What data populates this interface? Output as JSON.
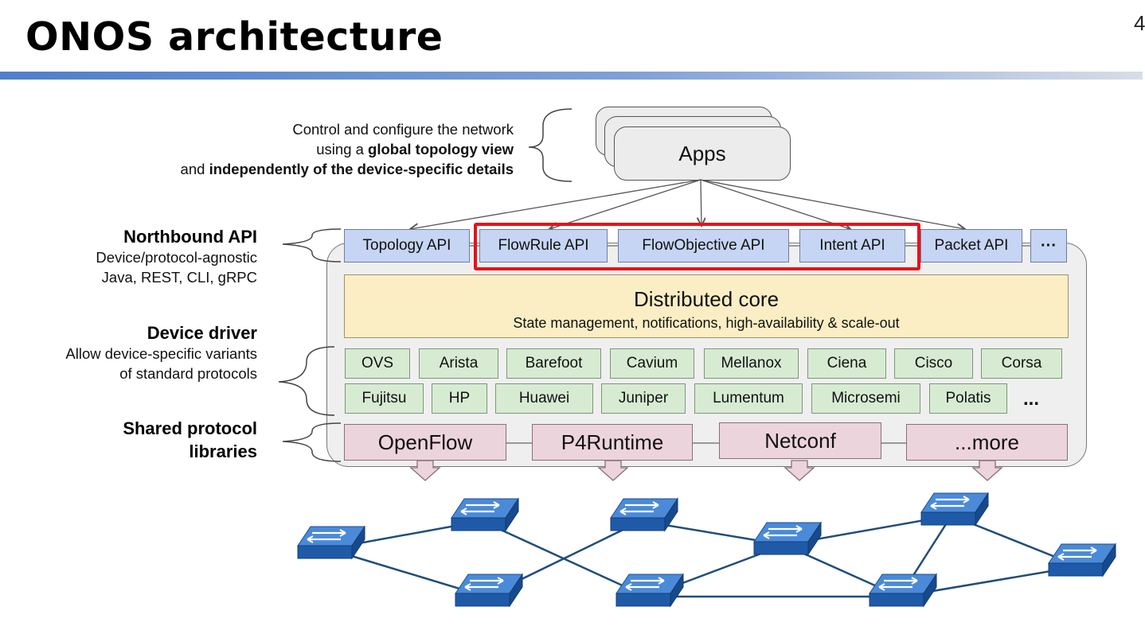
{
  "slide": {
    "title": "ONOS architecture",
    "page_number": "4"
  },
  "apps": {
    "label": "Apps",
    "note_line1": "Control and configure the network",
    "note_line2_prefix": "using a ",
    "note_line2_bold": "global topology view",
    "note_line3_prefix": "and ",
    "note_line3_bold": "independently of the device-specific details"
  },
  "left_labels": {
    "northbound_title": "Northbound API",
    "northbound_line1": "Device/protocol-agnostic",
    "northbound_line2": "Java, REST, CLI, gRPC",
    "driver_title": "Device driver",
    "driver_line1": "Allow device-specific variants",
    "driver_line2": "of standard protocols",
    "shared_line1": "Shared protocol",
    "shared_line2": "libraries"
  },
  "apis": [
    "Topology API",
    "FlowRule API",
    "FlowObjective API",
    "Intent API",
    "Packet API",
    "···"
  ],
  "core": {
    "title": "Distributed core",
    "subtitle": "State management, notifications, high-availability & scale-out"
  },
  "drivers": {
    "row1": [
      "OVS",
      "Arista",
      "Barefoot",
      "Cavium",
      "Mellanox",
      "Ciena",
      "Cisco",
      "Corsa"
    ],
    "row2": [
      "Fujitsu",
      "HP",
      "Huawei",
      "Juniper",
      "Lumentum",
      "Microsemi",
      "Polatis"
    ],
    "ellipsis": "..."
  },
  "protocols": [
    "OpenFlow",
    "P4Runtime",
    "Netconf",
    "...more"
  ],
  "colors": {
    "api_fill": "#c6d5f3",
    "core_fill": "#fbeec4",
    "driver_fill": "#d7ebd3",
    "protocol_fill": "#ecd4dd",
    "highlight": "#e8111a",
    "switch_blue": "#2f6fc0",
    "link": "#1f4e79"
  },
  "icons": {
    "switch": "network-switch-icon"
  }
}
